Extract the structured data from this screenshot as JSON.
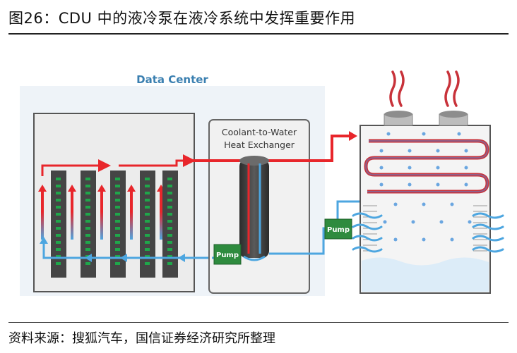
{
  "figure": {
    "title": "图26：CDU 中的液冷泵在液冷系统中发挥重要作用",
    "source": "资料来源：搜狐汽车，国信证券经济研究所整理"
  },
  "diagram": {
    "data_center_label": "Data Center",
    "heat_exchanger_label_line1": "Coolant-to-Water",
    "heat_exchanger_label_line2": "Heat Exchanger",
    "pump_left_label": "Pump",
    "pump_right_label": "Pump"
  },
  "colors": {
    "hot": "#e8262b",
    "cold": "#4da6e0",
    "server": "#444444",
    "led": "#1fa64a",
    "pump": "#2e8b3e",
    "panel_border": "#555555"
  }
}
